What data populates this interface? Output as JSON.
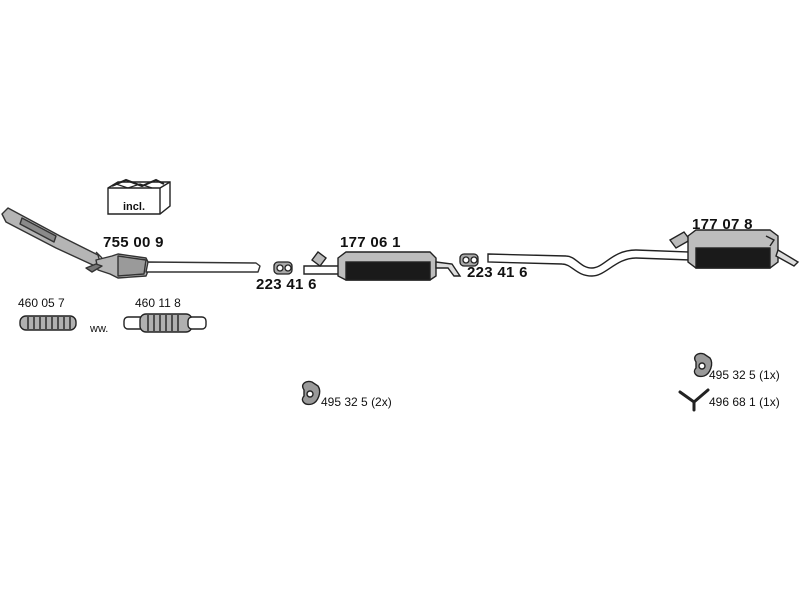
{
  "parts": {
    "catalytic_converter": {
      "code": "755 00 9"
    },
    "kit_box": {
      "label": "incl."
    },
    "front_clamp": {
      "code": "223 41 6"
    },
    "middle_silencer": {
      "code": "177 06 1"
    },
    "rear_clamp": {
      "code": "223 41 6"
    },
    "rear_silencer": {
      "code": "177 07 8"
    },
    "flex_pipe_a": {
      "code": "460 05 7"
    },
    "flex_pipe_b": {
      "code": "460 11 8"
    },
    "alternative": {
      "text": "ww."
    }
  },
  "mounts": [
    {
      "code": "495 32 5",
      "qty": "(2x)"
    },
    {
      "code": "495 32 5",
      "qty": "(1x)"
    },
    {
      "code": "496 68 1",
      "qty": "(1x)"
    }
  ],
  "colors": {
    "line": "#333333",
    "fill": "#9a9a9a",
    "dark": "#1a1a1a"
  }
}
